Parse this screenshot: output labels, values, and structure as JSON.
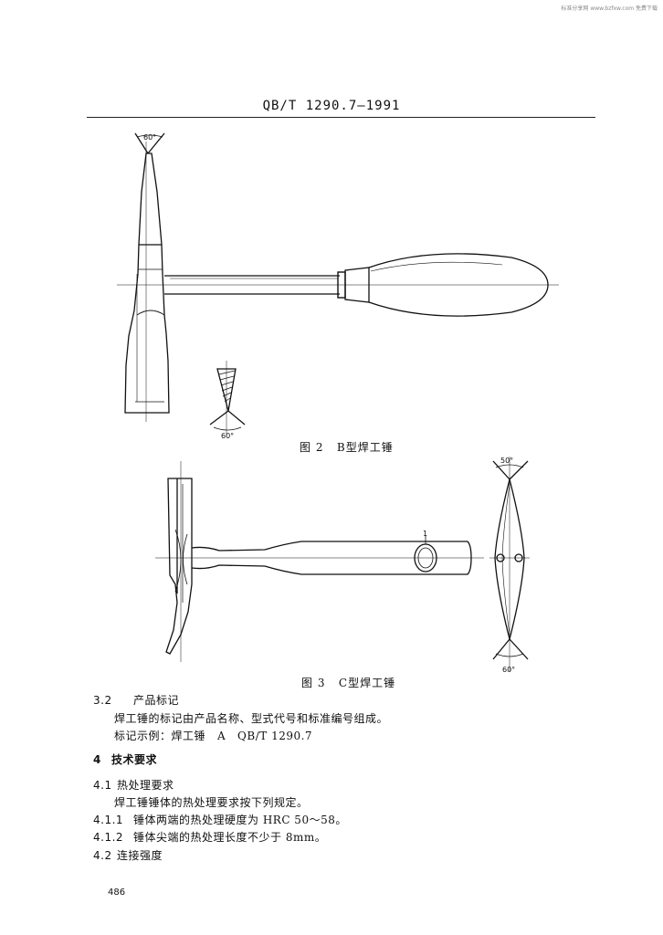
{
  "watermark": "标准分享网 www.bzfxw.com 免费下载",
  "header": {
    "standard_code": "QB/T 1290.7—1991"
  },
  "figure2": {
    "caption": "图 2   B型焊工锤",
    "angle_top": "60°",
    "angle_bottom": "60°"
  },
  "figure3": {
    "caption": "图 3   C型焊工锤",
    "callout": "1",
    "angle_top": "50°",
    "angle_bottom": "60°"
  },
  "sections": [
    {
      "num": "3.2",
      "title": "产品标记",
      "lines": [
        "焊工锤的标记由产品名称、型式代号和标准编号组成。",
        "标记示例：焊工锤   A   QB/T 1290.7"
      ]
    },
    {
      "num": "4",
      "title": "技术要求"
    },
    {
      "num": "4.1",
      "title": "热处理要求",
      "lines": [
        "焊工锤锤体的热处理要求按下列规定。"
      ]
    },
    {
      "num": "4.1.1",
      "title": "锤体两端的热处理硬度为 HRC 50～58。"
    },
    {
      "num": "4.1.2",
      "title": "锤体尖端的热处理长度不少于 8mm。"
    },
    {
      "num": "4.2",
      "title": "连接强度"
    }
  ],
  "page_number": "486"
}
